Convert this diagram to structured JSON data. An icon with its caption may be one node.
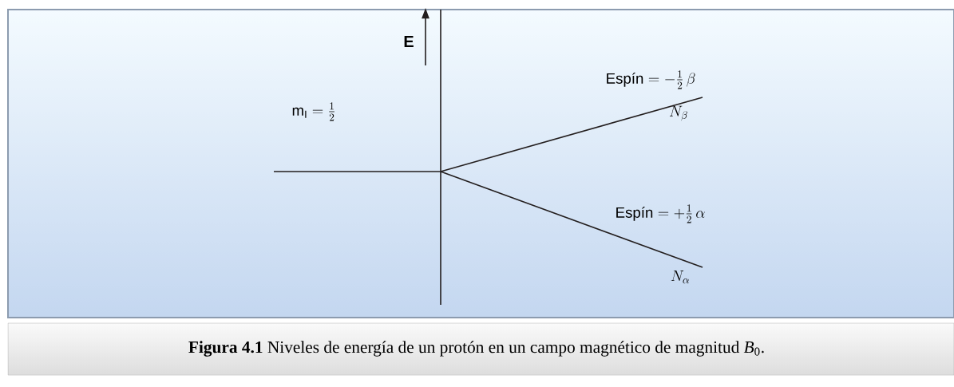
{
  "diagram": {
    "caption": "**Figura 4.1** Niveles de energía de un protón en un campo magnético de magnitud *B*$_{0}$.",
    "labels": [
      "E",
      "\\text{m}_{\\text{I}} = \\frac{1}{2}",
      "\\text{Espín} = -\\frac{1}{2}\\,\\beta",
      "N_{\\beta}",
      "\\text{Espín} = +\\frac{1}{2}\\,\\alpha",
      "N_{\\alpha}"
    ]
  }
}
